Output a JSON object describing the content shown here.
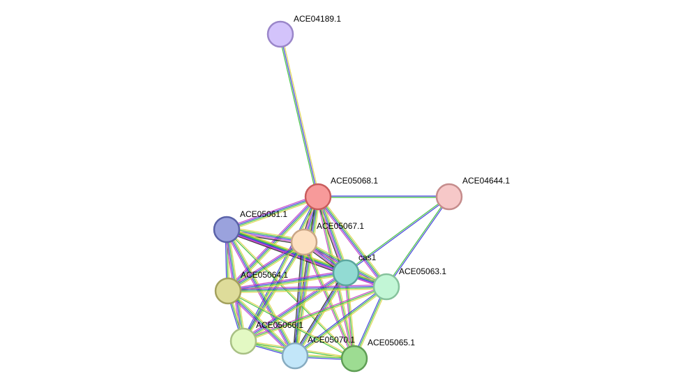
{
  "network": {
    "nodes": [
      {
        "id": "ACE04189.1",
        "label": "ACE04189.1",
        "fill": "#d3c3fb",
        "stroke": "#9a86c9"
      },
      {
        "id": "ACE05068.1",
        "label": "ACE05068.1",
        "fill": "#f79a9a",
        "stroke": "#c95c5c"
      },
      {
        "id": "ACE04644.1",
        "label": "ACE04644.1",
        "fill": "#f6c8c8",
        "stroke": "#c58c8c"
      },
      {
        "id": "ACE05061.1",
        "label": "ACE05061.1",
        "fill": "#9aa2dd",
        "stroke": "#5a62a8"
      },
      {
        "id": "ACE05067.1",
        "label": "ACE05067.1",
        "fill": "#fde0c2",
        "stroke": "#c9a586"
      },
      {
        "id": "cas1",
        "label": "cas1",
        "fill": "#92dbd3",
        "stroke": "#5aa59d"
      },
      {
        "id": "ACE05063.1",
        "label": "ACE05063.1",
        "fill": "#c2f6d6",
        "stroke": "#86c29c"
      },
      {
        "id": "ACE05064.1",
        "label": "ACE05064.1",
        "fill": "#dedc9a",
        "stroke": "#a3a15d"
      },
      {
        "id": "ACE05066.1",
        "label": "ACE05066.1",
        "fill": "#e3f9c3",
        "stroke": "#a8c084"
      },
      {
        "id": "ACE05070.1",
        "label": "ACE05070.1",
        "fill": "#c2e6f9",
        "stroke": "#86abc0"
      },
      {
        "id": "ACE05065.1",
        "label": "ACE05065.1",
        "fill": "#9ddc92",
        "stroke": "#5f9e55"
      }
    ],
    "edges": [
      {
        "source": "ACE04189.1",
        "target": "ACE05068.1",
        "colors": [
          "#ddd34a",
          "#3b3ad9",
          "#3cbf3c"
        ]
      },
      {
        "source": "ACE05068.1",
        "target": "ACE04644.1",
        "colors": [
          "#3b3ad9",
          "#3cbf3c"
        ]
      },
      {
        "source": "ACE04644.1",
        "target": "cas1",
        "colors": [
          "#3b3ad9",
          "#3cbf3c"
        ]
      },
      {
        "source": "ACE04644.1",
        "target": "ACE05063.1",
        "colors": [
          "#3b3ad9",
          "#3cbf3c"
        ]
      },
      {
        "source": "ACE05068.1",
        "target": "ACE05061.1",
        "colors": [
          "#ddd34a",
          "#3cbf3c",
          "#3b3ad9",
          "#c43cc4"
        ]
      },
      {
        "source": "ACE05068.1",
        "target": "ACE05067.1",
        "colors": [
          "#ddd34a",
          "#3cbf3c",
          "#3b3ad9",
          "#c43cc4",
          "#222222"
        ]
      },
      {
        "source": "ACE05068.1",
        "target": "cas1",
        "colors": [
          "#ddd34a",
          "#3cbf3c",
          "#3b3ad9",
          "#c43cc4",
          "#222222"
        ]
      },
      {
        "source": "ACE05068.1",
        "target": "ACE05063.1",
        "colors": [
          "#ddd34a",
          "#3cbf3c",
          "#3b3ad9",
          "#c43cc4"
        ]
      },
      {
        "source": "ACE05068.1",
        "target": "ACE05064.1",
        "colors": [
          "#ddd34a",
          "#3cbf3c",
          "#3b3ad9",
          "#c43cc4"
        ]
      },
      {
        "source": "ACE05068.1",
        "target": "ACE05066.1",
        "colors": [
          "#ddd34a",
          "#3cbf3c",
          "#3b3ad9"
        ]
      },
      {
        "source": "ACE05068.1",
        "target": "ACE05070.1",
        "colors": [
          "#ddd34a",
          "#3cbf3c",
          "#3b3ad9",
          "#222222"
        ]
      },
      {
        "source": "ACE05068.1",
        "target": "ACE05065.1",
        "colors": [
          "#ddd34a",
          "#3cbf3c",
          "#c43cc4"
        ]
      },
      {
        "source": "ACE05061.1",
        "target": "ACE05067.1",
        "colors": [
          "#ddd34a",
          "#3cbf3c",
          "#3b3ad9",
          "#c43cc4",
          "#222222"
        ]
      },
      {
        "source": "ACE05061.1",
        "target": "cas1",
        "colors": [
          "#ddd34a",
          "#3cbf3c",
          "#3b3ad9",
          "#c43cc4",
          "#222222"
        ]
      },
      {
        "source": "ACE05061.1",
        "target": "ACE05063.1",
        "colors": [
          "#ddd34a",
          "#3cbf3c",
          "#3b3ad9",
          "#c43cc4"
        ]
      },
      {
        "source": "ACE05061.1",
        "target": "ACE05064.1",
        "colors": [
          "#ddd34a",
          "#3cbf3c",
          "#3b3ad9"
        ]
      },
      {
        "source": "ACE05061.1",
        "target": "ACE05066.1",
        "colors": [
          "#ddd34a",
          "#3cbf3c",
          "#3b3ad9",
          "#c43cc4"
        ]
      },
      {
        "source": "ACE05061.1",
        "target": "ACE05070.1",
        "colors": [
          "#ddd34a",
          "#3cbf3c",
          "#3b3ad9",
          "#c43cc4"
        ]
      },
      {
        "source": "ACE05061.1",
        "target": "ACE05065.1",
        "colors": [
          "#ddd34a",
          "#3cbf3c"
        ]
      },
      {
        "source": "ACE05067.1",
        "target": "cas1",
        "colors": [
          "#ddd34a",
          "#3cbf3c",
          "#3b3ad9",
          "#c43cc4",
          "#222222"
        ]
      },
      {
        "source": "ACE05067.1",
        "target": "ACE05063.1",
        "colors": [
          "#ddd34a",
          "#3cbf3c",
          "#3b3ad9",
          "#c43cc4"
        ]
      },
      {
        "source": "ACE05067.1",
        "target": "ACE05064.1",
        "colors": [
          "#ddd34a",
          "#3cbf3c",
          "#3b3ad9",
          "#c43cc4"
        ]
      },
      {
        "source": "ACE05067.1",
        "target": "ACE05066.1",
        "colors": [
          "#ddd34a",
          "#3cbf3c",
          "#3b3ad9"
        ]
      },
      {
        "source": "ACE05067.1",
        "target": "ACE05070.1",
        "colors": [
          "#ddd34a",
          "#3cbf3c",
          "#3b3ad9",
          "#222222"
        ]
      },
      {
        "source": "ACE05067.1",
        "target": "ACE05065.1",
        "colors": [
          "#ddd34a",
          "#3cbf3c",
          "#c43cc4"
        ]
      },
      {
        "source": "cas1",
        "target": "ACE05063.1",
        "colors": [
          "#ddd34a",
          "#3cbf3c",
          "#3b3ad9",
          "#c43cc4"
        ]
      },
      {
        "source": "cas1",
        "target": "ACE05064.1",
        "colors": [
          "#ddd34a",
          "#3cbf3c",
          "#3b3ad9",
          "#c43cc4"
        ]
      },
      {
        "source": "cas1",
        "target": "ACE05066.1",
        "colors": [
          "#ddd34a",
          "#3cbf3c",
          "#3b3ad9",
          "#c43cc4"
        ]
      },
      {
        "source": "cas1",
        "target": "ACE05070.1",
        "colors": [
          "#ddd34a",
          "#3cbf3c",
          "#3b3ad9",
          "#222222"
        ]
      },
      {
        "source": "cas1",
        "target": "ACE05065.1",
        "colors": [
          "#ddd34a",
          "#3cbf3c",
          "#c43cc4"
        ]
      },
      {
        "source": "ACE05063.1",
        "target": "ACE05064.1",
        "colors": [
          "#ddd34a",
          "#3cbf3c",
          "#3b3ad9",
          "#c43cc4"
        ]
      },
      {
        "source": "ACE05063.1",
        "target": "ACE05066.1",
        "colors": [
          "#ddd34a",
          "#3cbf3c",
          "#c43cc4"
        ]
      },
      {
        "source": "ACE05063.1",
        "target": "ACE05070.1",
        "colors": [
          "#ddd34a",
          "#3cbf3c",
          "#3b3ad9"
        ]
      },
      {
        "source": "ACE05063.1",
        "target": "ACE05065.1",
        "colors": [
          "#ddd34a",
          "#3cbf3c",
          "#3b3ad9"
        ]
      },
      {
        "source": "ACE05064.1",
        "target": "ACE05066.1",
        "colors": [
          "#ddd34a",
          "#3cbf3c",
          "#3b3ad9"
        ]
      },
      {
        "source": "ACE05064.1",
        "target": "ACE05070.1",
        "colors": [
          "#ddd34a",
          "#3cbf3c",
          "#3b3ad9",
          "#c43cc4"
        ]
      },
      {
        "source": "ACE05064.1",
        "target": "ACE05065.1",
        "colors": [
          "#ddd34a",
          "#3cbf3c"
        ]
      },
      {
        "source": "ACE05066.1",
        "target": "ACE05070.1",
        "colors": [
          "#ddd34a",
          "#3cbf3c",
          "#3b3ad9"
        ]
      },
      {
        "source": "ACE05066.1",
        "target": "ACE05065.1",
        "colors": [
          "#ddd34a",
          "#3cbf3c"
        ]
      },
      {
        "source": "ACE05070.1",
        "target": "ACE05065.1",
        "colors": [
          "#ddd34a",
          "#3cbf3c",
          "#3b3ad9"
        ]
      }
    ]
  }
}
